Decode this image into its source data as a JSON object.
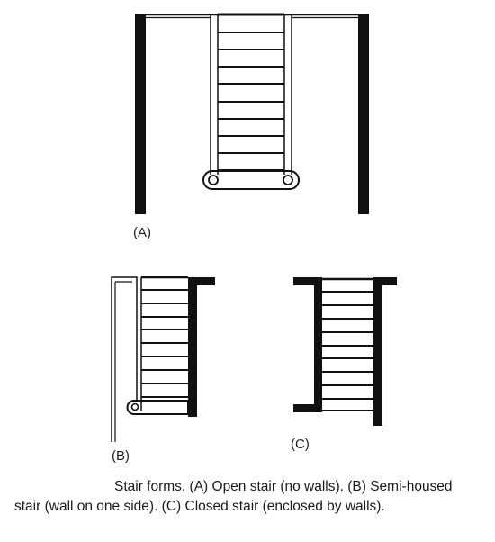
{
  "figure": {
    "labels": {
      "a": "(A)",
      "b": "(B)",
      "c": "(C)"
    },
    "caption": "Stair forms. (A) Open stair (no walls). (B) Semi-housed stair (wall on one side). (C) Closed stair (enclosed by walls)."
  },
  "colors": {
    "ink": "#111111",
    "paper": "#ffffff"
  }
}
